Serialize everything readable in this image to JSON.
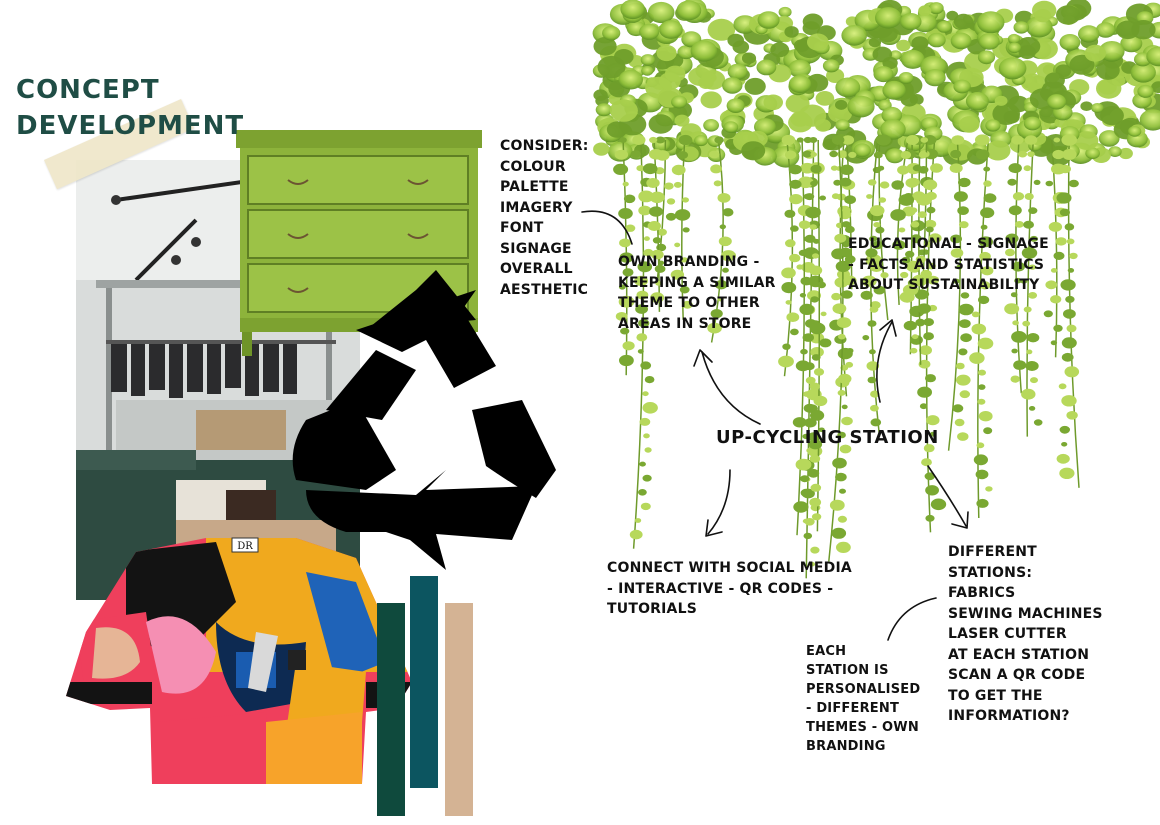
{
  "title": {
    "line1": "Concept",
    "line2": "Development"
  },
  "colors": {
    "title_green": "#1f4d45",
    "drawer_green": "#8cb23a",
    "bar_dark_green": "#0f4a3d",
    "bar_teal": "#0c5560",
    "bar_tan": "#d4b394",
    "recycle_black": "#000000"
  },
  "images": {
    "store_photo": "store-interior-photo",
    "drawer": "green-chest-of-drawers",
    "tshirt": "patchwork-tshirt",
    "tshirt_tag": "DR",
    "plants": "hanging-ivy-plants",
    "recycle": "recycle-icon"
  },
  "notes": {
    "consider": [
      "Consider:",
      "colour",
      "palette",
      "imagery",
      "font",
      "signage",
      "overall",
      "aesthetic"
    ],
    "own_branding": [
      "Own branding -",
      "keeping a similar",
      "theme to other",
      "areas in store"
    ],
    "educational": [
      "Educational - signage",
      "- facts and statistics",
      "about sustainability"
    ],
    "center": "Up-cycling station",
    "social": [
      "Connect with social media",
      "- interactive - QR codes -",
      "tutorials"
    ],
    "stations": [
      "Different",
      "stations:",
      "fabrics",
      "sewing machines",
      "laser cutter",
      "at each station",
      "scan a QR code",
      "to get the",
      "information?"
    ],
    "personalised": [
      "Each",
      "station is",
      "personalised",
      "- different",
      "themes - own",
      "branding"
    ]
  }
}
